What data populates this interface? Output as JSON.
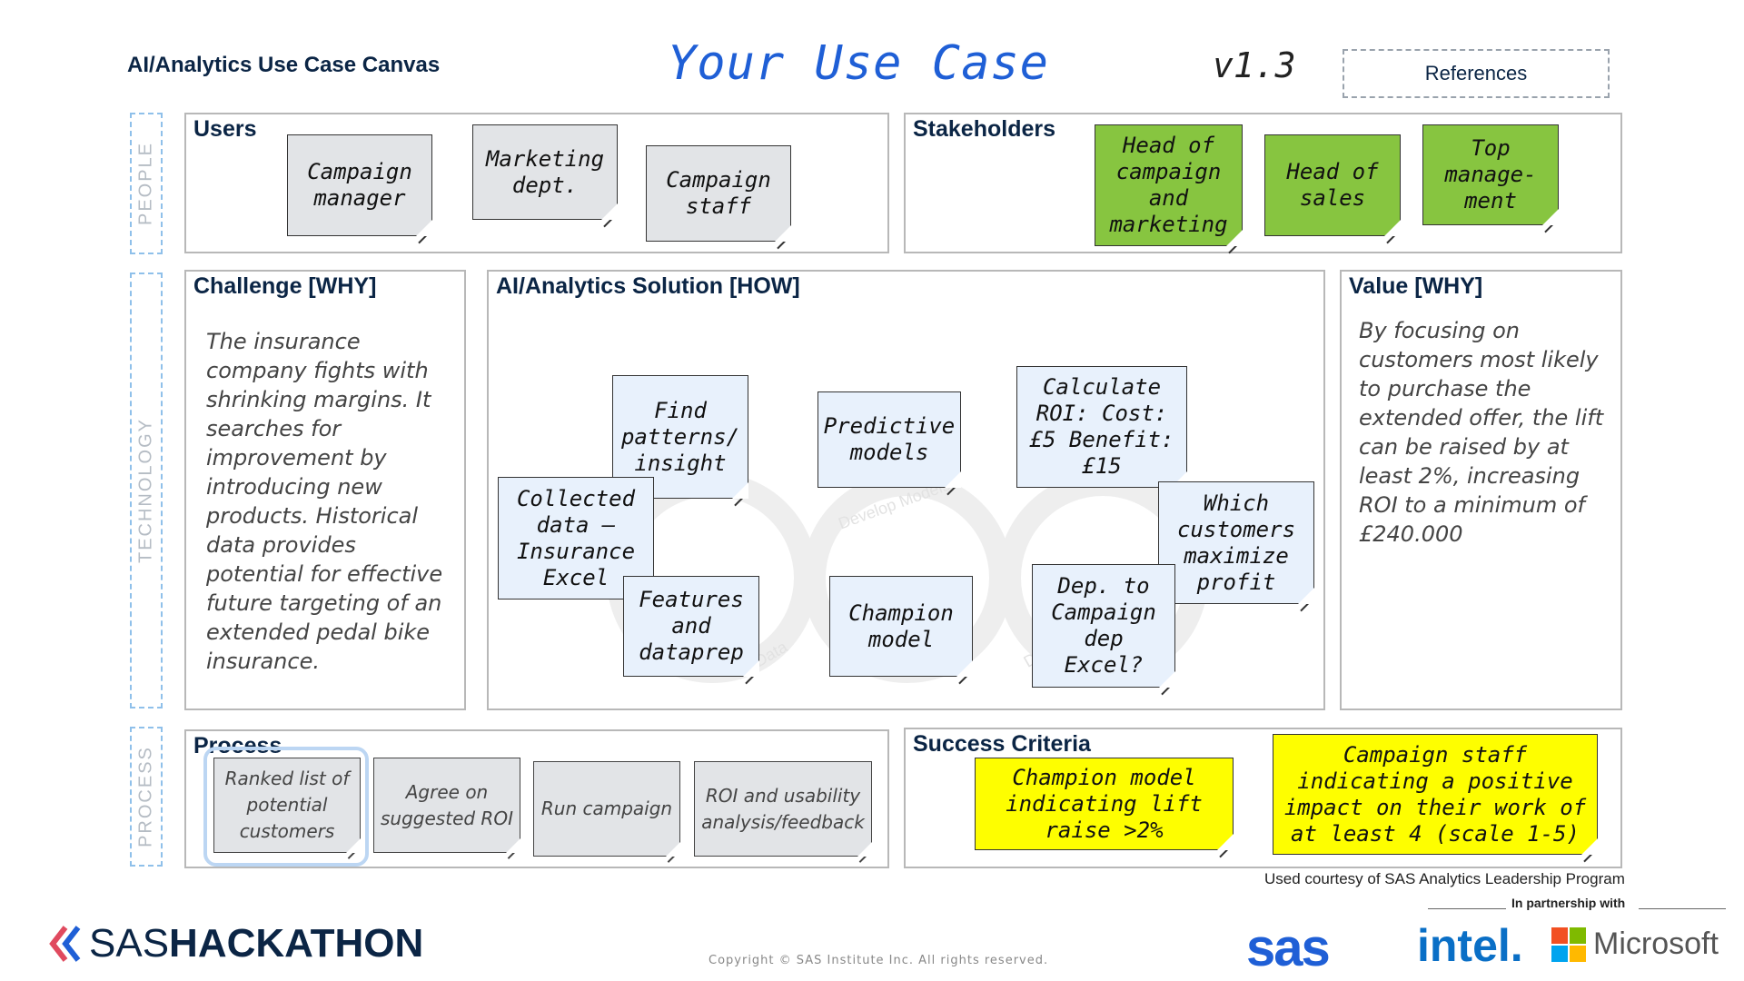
{
  "header": {
    "canvas_title": "AI/Analytics Use Case Canvas",
    "use_case_title": "Your Use Case",
    "version": "v1.3",
    "references_label": "References"
  },
  "lanes": {
    "people": "PEOPLE",
    "technology": "TECHNOLOGY",
    "process": "PROCESS"
  },
  "users": {
    "title": "Users",
    "notes": [
      "Campaign manager",
      "Marketing dept.",
      "Campaign staff"
    ]
  },
  "stakeholders": {
    "title": "Stakeholders",
    "notes": [
      "Head of campaign and marketing",
      "Head of sales",
      "Top manage-ment"
    ]
  },
  "challenge": {
    "title": "Challenge [WHY]",
    "text": "The insurance company fights with shrinking margins. It searches for improvement by introducing new products. Historical data provides potential for effective future targeting of an extended pedal bike insurance."
  },
  "solution": {
    "title": "AI/Analytics Solution [HOW]",
    "ring_labels": [
      "Data",
      "Develop Models",
      "Deploy"
    ],
    "notes": [
      "Find patterns/ insight",
      "Predictive models",
      "Calculate ROI: Cost: £5 Benefit: £15",
      "Collected data – Insurance Excel",
      "Which customers maximize profit",
      "Features and dataprep",
      "Champion model",
      "Dep. to Campaign dep Excel?"
    ]
  },
  "value": {
    "title": "Value [WHY]",
    "text": "By focusing on customers most likely to purchase the extended offer, the lift can be raised by at least 2%, increasing ROI to a minimum of £240.000"
  },
  "process": {
    "title": "Process",
    "notes": [
      "Ranked list of potential customers",
      "Agree on suggested ROI",
      "Run campaign",
      "ROI and usability analysis/feedback"
    ]
  },
  "success": {
    "title": "Success Criteria",
    "notes": [
      "Champion model indicating lift raise >2%",
      "Campaign staff indicating a positive impact on their work of at least 4 (scale 1-5)"
    ]
  },
  "footer": {
    "courtesy": "Used courtesy of SAS Analytics Leadership Program",
    "partnership": "In partnership with",
    "copyright": "Copyright © SAS Institute Inc. All rights reserved.",
    "logo_hack_light": "SAS",
    "logo_hack_bold": "HACKATHON",
    "logo_sas": "sas",
    "logo_intel": "intel.",
    "logo_ms": "Microsoft"
  },
  "colors": {
    "accent": "#1f5fd6",
    "navy": "#0b2545",
    "green_note": "#87c540",
    "yellow_note": "#fefe00",
    "gray_note": "#e2e4e7",
    "blue_note": "#e8f1fc"
  }
}
